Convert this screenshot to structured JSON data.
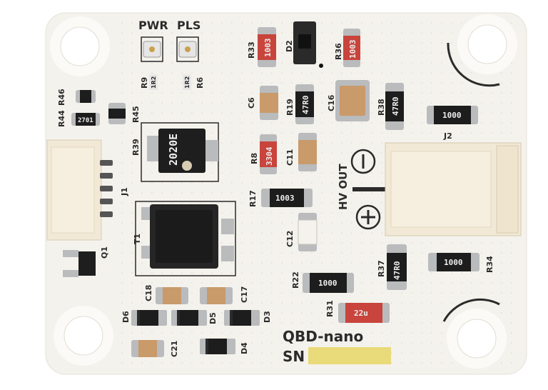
{
  "board": {
    "name": "QBD-nano",
    "sn_label": "SN",
    "output_label": "HV OUT",
    "plus_symbol": "+",
    "minus_symbol": "−",
    "colors": {
      "pcb": "#f4f2ec",
      "silkscreen": "#2b2b2b",
      "pad": "#b9bbbd",
      "resistor_body": "#1d1d1d",
      "red_resistor": "#c8443c",
      "capacitor": "#c99a6a",
      "connector": "#f1e8d6",
      "sn_field": "#e9da7a"
    }
  },
  "leds": [
    {
      "label": "PWR"
    },
    {
      "label": "PLS"
    }
  ],
  "refs": {
    "r33": "R33",
    "d2": "D2",
    "r36": "R36",
    "r9": "R9",
    "r6": "R6",
    "r44": "R44",
    "r46": "R46",
    "r45": "R45",
    "c6": "C6",
    "r19": "R19",
    "c16": "C16",
    "r38": "R38",
    "j2": "J2",
    "r39": "R39",
    "j1": "J1",
    "r8": "R8",
    "c11": "C11",
    "r17": "R17",
    "c12": "C12",
    "t1": "T1",
    "q1": "Q1",
    "r37": "R37",
    "r34": "R34",
    "r22": "R22",
    "r31": "R31",
    "c18": "C18",
    "c17": "C17",
    "d6": "D6",
    "d5": "D5",
    "d3": "D3",
    "c21": "C21",
    "d4": "D4"
  },
  "codes": {
    "r33": "1003",
    "r36": "1003",
    "r9": "1R2",
    "r6": "1R2",
    "r44": "2701",
    "r39": "2020E",
    "r19": "47R0",
    "r38": "47R0",
    "j2_res": "1000",
    "r8": "3304",
    "r17": "1003",
    "r37": "47R0",
    "r34": "1000",
    "r22": "1000",
    "r31": "22u"
  }
}
